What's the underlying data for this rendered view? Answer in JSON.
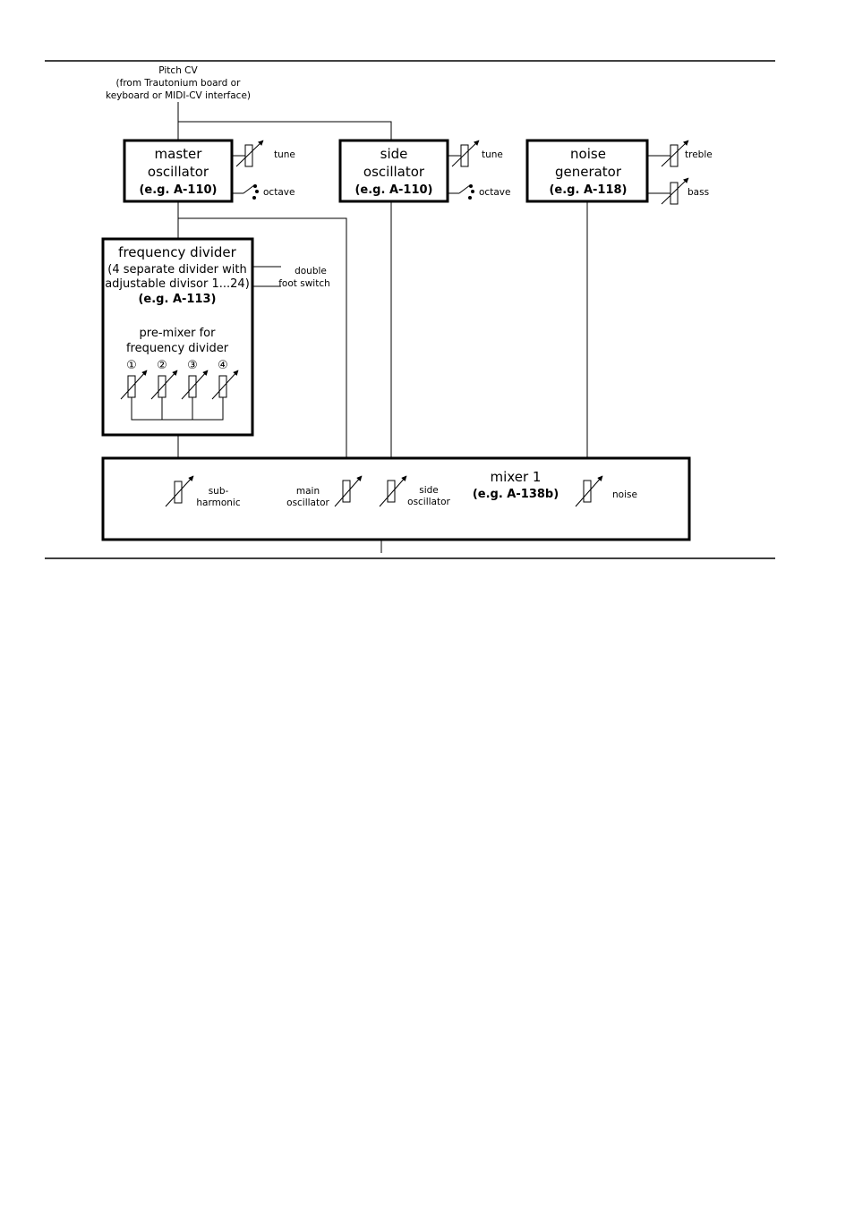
{
  "input": {
    "line1": "Pitch CV",
    "line2": "(from Trautonium board or",
    "line3": "keyboard or MIDI-CV interface)"
  },
  "master_osc": {
    "line1": "master",
    "line2": "oscillator",
    "model": "(e.g. A-110)",
    "tune": "tune",
    "octave": "octave"
  },
  "side_osc": {
    "line1": "side",
    "line2": "oscillator",
    "model": "(e.g. A-110)",
    "tune": "tune",
    "octave": "octave"
  },
  "noise_gen": {
    "line1": "noise",
    "line2": "generator",
    "model": "(e.g. A-118)",
    "treble": "treble",
    "bass": "bass"
  },
  "freq_divider": {
    "title": "frequency divider",
    "line2": "(4 separate divider with",
    "line3": "adjustable divisor 1...24)",
    "model": "(e.g. A-113)",
    "switch1": "double",
    "switch2": "foot switch",
    "premix1": "pre-mixer for",
    "premix2": "frequency divider",
    "channels": [
      "①",
      "②",
      "③",
      "④"
    ]
  },
  "mixer": {
    "title": "mixer 1",
    "model": "(e.g. A-138b)",
    "ch_sub1": "sub-",
    "ch_sub2": "harmonic",
    "ch_main1": "main",
    "ch_main2": "oscillator",
    "ch_side1": "side",
    "ch_side2": "oscillator",
    "ch_noise": "noise"
  }
}
